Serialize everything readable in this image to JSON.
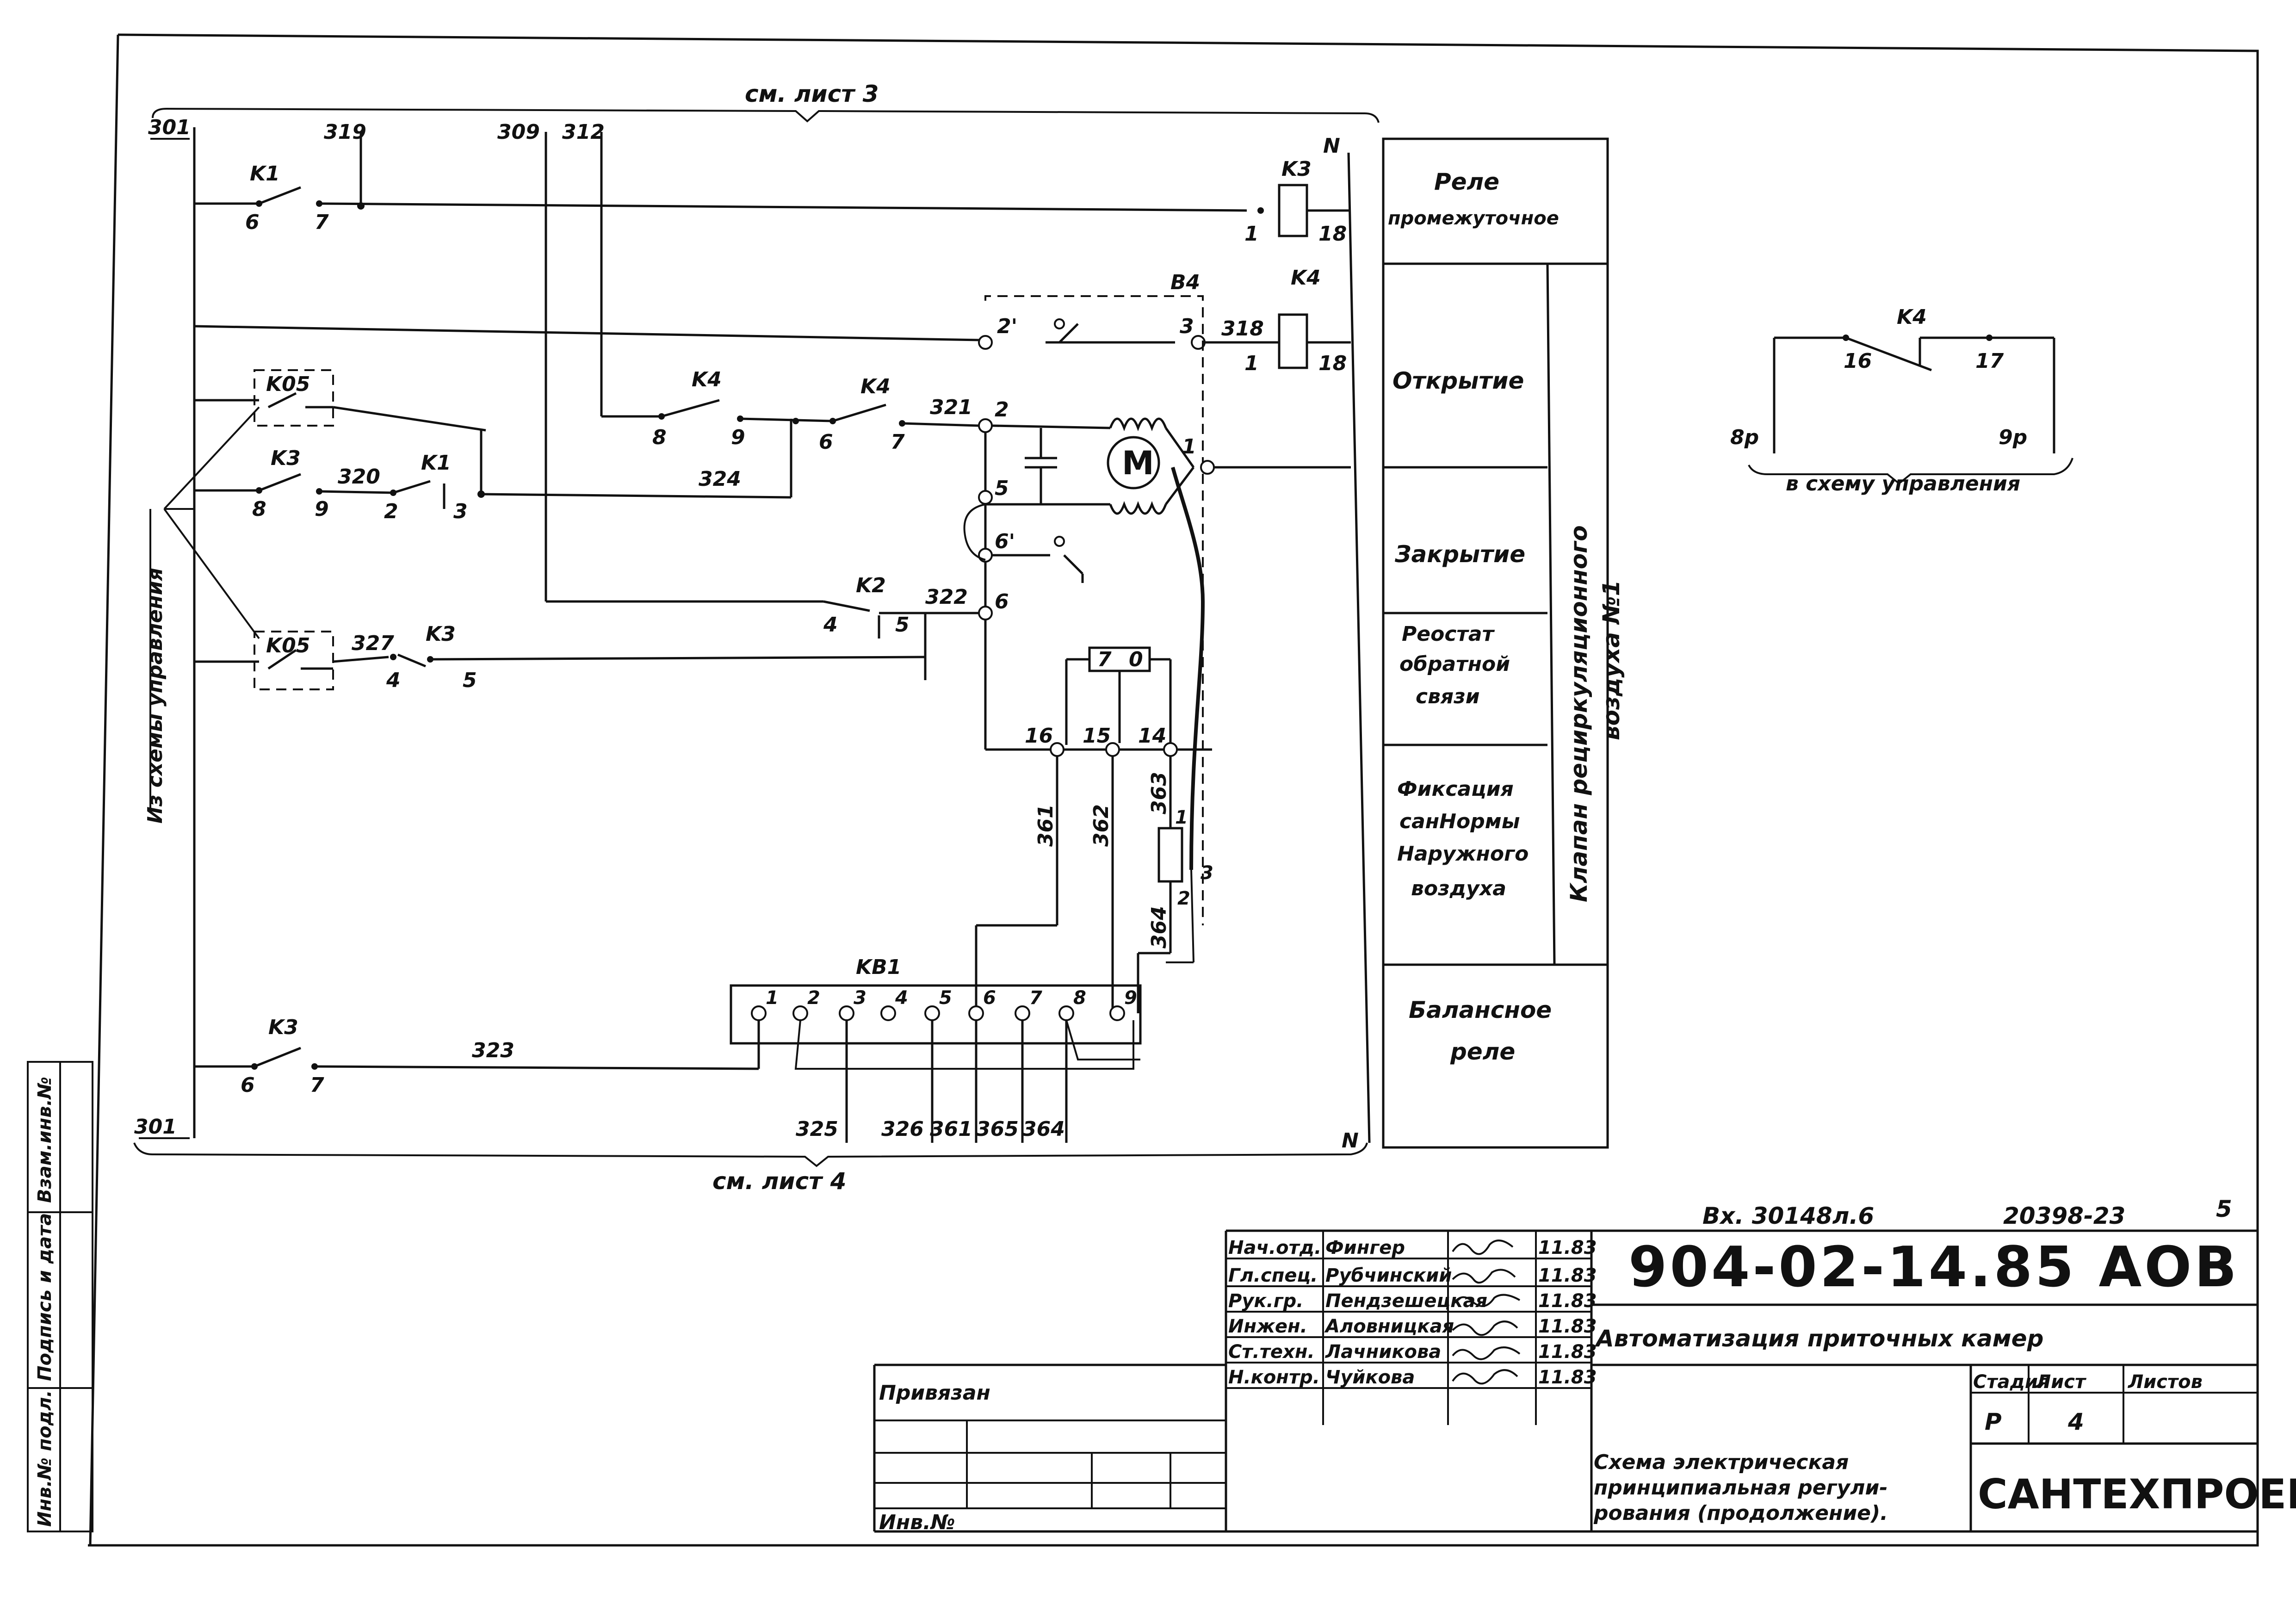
{
  "sheet_refs": {
    "top": "см. лист 3",
    "bottom": "см. лист 4"
  },
  "side_vertical_label": "Из схемы управления",
  "wires": {
    "w301_top": "301",
    "w301_bottom": "301",
    "w319": "319",
    "w309": "309",
    "w312": "312",
    "w320": "320",
    "w324": "324",
    "w321": "321",
    "w318": "318",
    "w322": "322",
    "w327": "327",
    "w323": "323",
    "w361": "361",
    "w362": "362",
    "w363": "363",
    "w364": "364",
    "N_top": "N",
    "N_bottom": "N"
  },
  "components": {
    "K1_top": "K1",
    "K1_mid": "K1",
    "K3_relay": "K3",
    "K4_relay": "K4",
    "B4": "B4",
    "K05_top": "K05",
    "K05_bottom": "K05",
    "K3_mid": "K3",
    "K3_low": "K3",
    "K3_bottom": "K3",
    "K4_a": "K4",
    "K4_b": "K4",
    "K2": "K2",
    "KB1": "KB1",
    "motor": "M"
  },
  "pins": {
    "k1_6": "6",
    "k1_7": "7",
    "k3r_1": "1",
    "k3r_18": "18",
    "k4r_1": "1",
    "k4r_18": "18",
    "b4_2p": "2'",
    "b4_3": "3",
    "b4_2": "2",
    "b4_1": "1",
    "b4_5": "5",
    "b4_6p": "6'",
    "b4_6": "6",
    "k4a_8": "8",
    "k4a_9": "9",
    "k4b_6": "6",
    "k4b_7": "7",
    "k3m_8": "8",
    "k3m_9": "9",
    "k1m_2": "2",
    "k1m_3": "3",
    "k2_4": "4",
    "k2_5": "5",
    "k3l_4": "4",
    "k3l_5": "5",
    "r_7": "7",
    "r_0": "0",
    "t16": "16",
    "t15": "15",
    "t14": "14",
    "p1": "1",
    "p2": "2",
    "p3": "3",
    "k3b_6": "6",
    "k3b_7": "7",
    "kb_1": "1",
    "kb_2": "2",
    "kb_3": "3",
    "kb_4": "4",
    "kb_5": "5",
    "kb_6": "6",
    "kb_7": "7",
    "kb_8": "8",
    "kb_9": "9"
  },
  "kb1_outputs": [
    "325",
    "326",
    "361",
    "365",
    "364"
  ],
  "legend": {
    "relay_title": [
      "Реле",
      "промежуточное"
    ],
    "opening": "Открытие",
    "closing": "Закрытие",
    "rheostat": [
      "Реостат",
      "обратной",
      "связи"
    ],
    "fixation": [
      "Фиксация",
      "санНормы",
      "Наружного",
      "воздуха"
    ],
    "balance": [
      "Балансное",
      "реле"
    ],
    "valve_vertical": [
      "Клапан рециркуляционного",
      "воздуха №1"
    ]
  },
  "inset": {
    "relay": "K4",
    "pin16": "16",
    "pin17": "17",
    "left": "8р",
    "right": "9р",
    "caption": "в схему управления"
  },
  "title_block": {
    "ref_top_left": "Вх. 30148л.6",
    "ref_top_right": "20398-23",
    "sheet_corner": "5",
    "code": "904-02-14.85  АОВ",
    "project": "Автоматизация   приточных   камер",
    "sheet_title": [
      "Схема электрическая",
      "принципиальная регули-",
      "рования (продолжение)."
    ],
    "stage_label": "Стадия",
    "sheet_label": "Лист",
    "sheets_label": "Листов",
    "stage": "Р",
    "sheet": "4",
    "org": "САНТЕХПРОЕКТ",
    "privyazan": "Привязан",
    "inv_no": "Инв.№",
    "roles": [
      {
        "role": "Нач.отд.",
        "name": "Фингер",
        "date": "11.83"
      },
      {
        "role": "Гл.спец.",
        "name": "Рубчинский",
        "date": "11.83"
      },
      {
        "role": "Рук.гр.",
        "name": "Пендзешецкая",
        "date": "11.83"
      },
      {
        "role": "Инжен.",
        "name": "Аловницкая",
        "date": "11.83"
      },
      {
        "role": "Ст.техн.",
        "name": "Лачникова",
        "date": "11.83"
      },
      {
        "role": "Н.контр.",
        "name": "Чуйкова",
        "date": "11.83"
      }
    ],
    "margin_labels": [
      "Инв.№ подл.",
      "Подпись и дата",
      "Взам.инв.№"
    ]
  }
}
